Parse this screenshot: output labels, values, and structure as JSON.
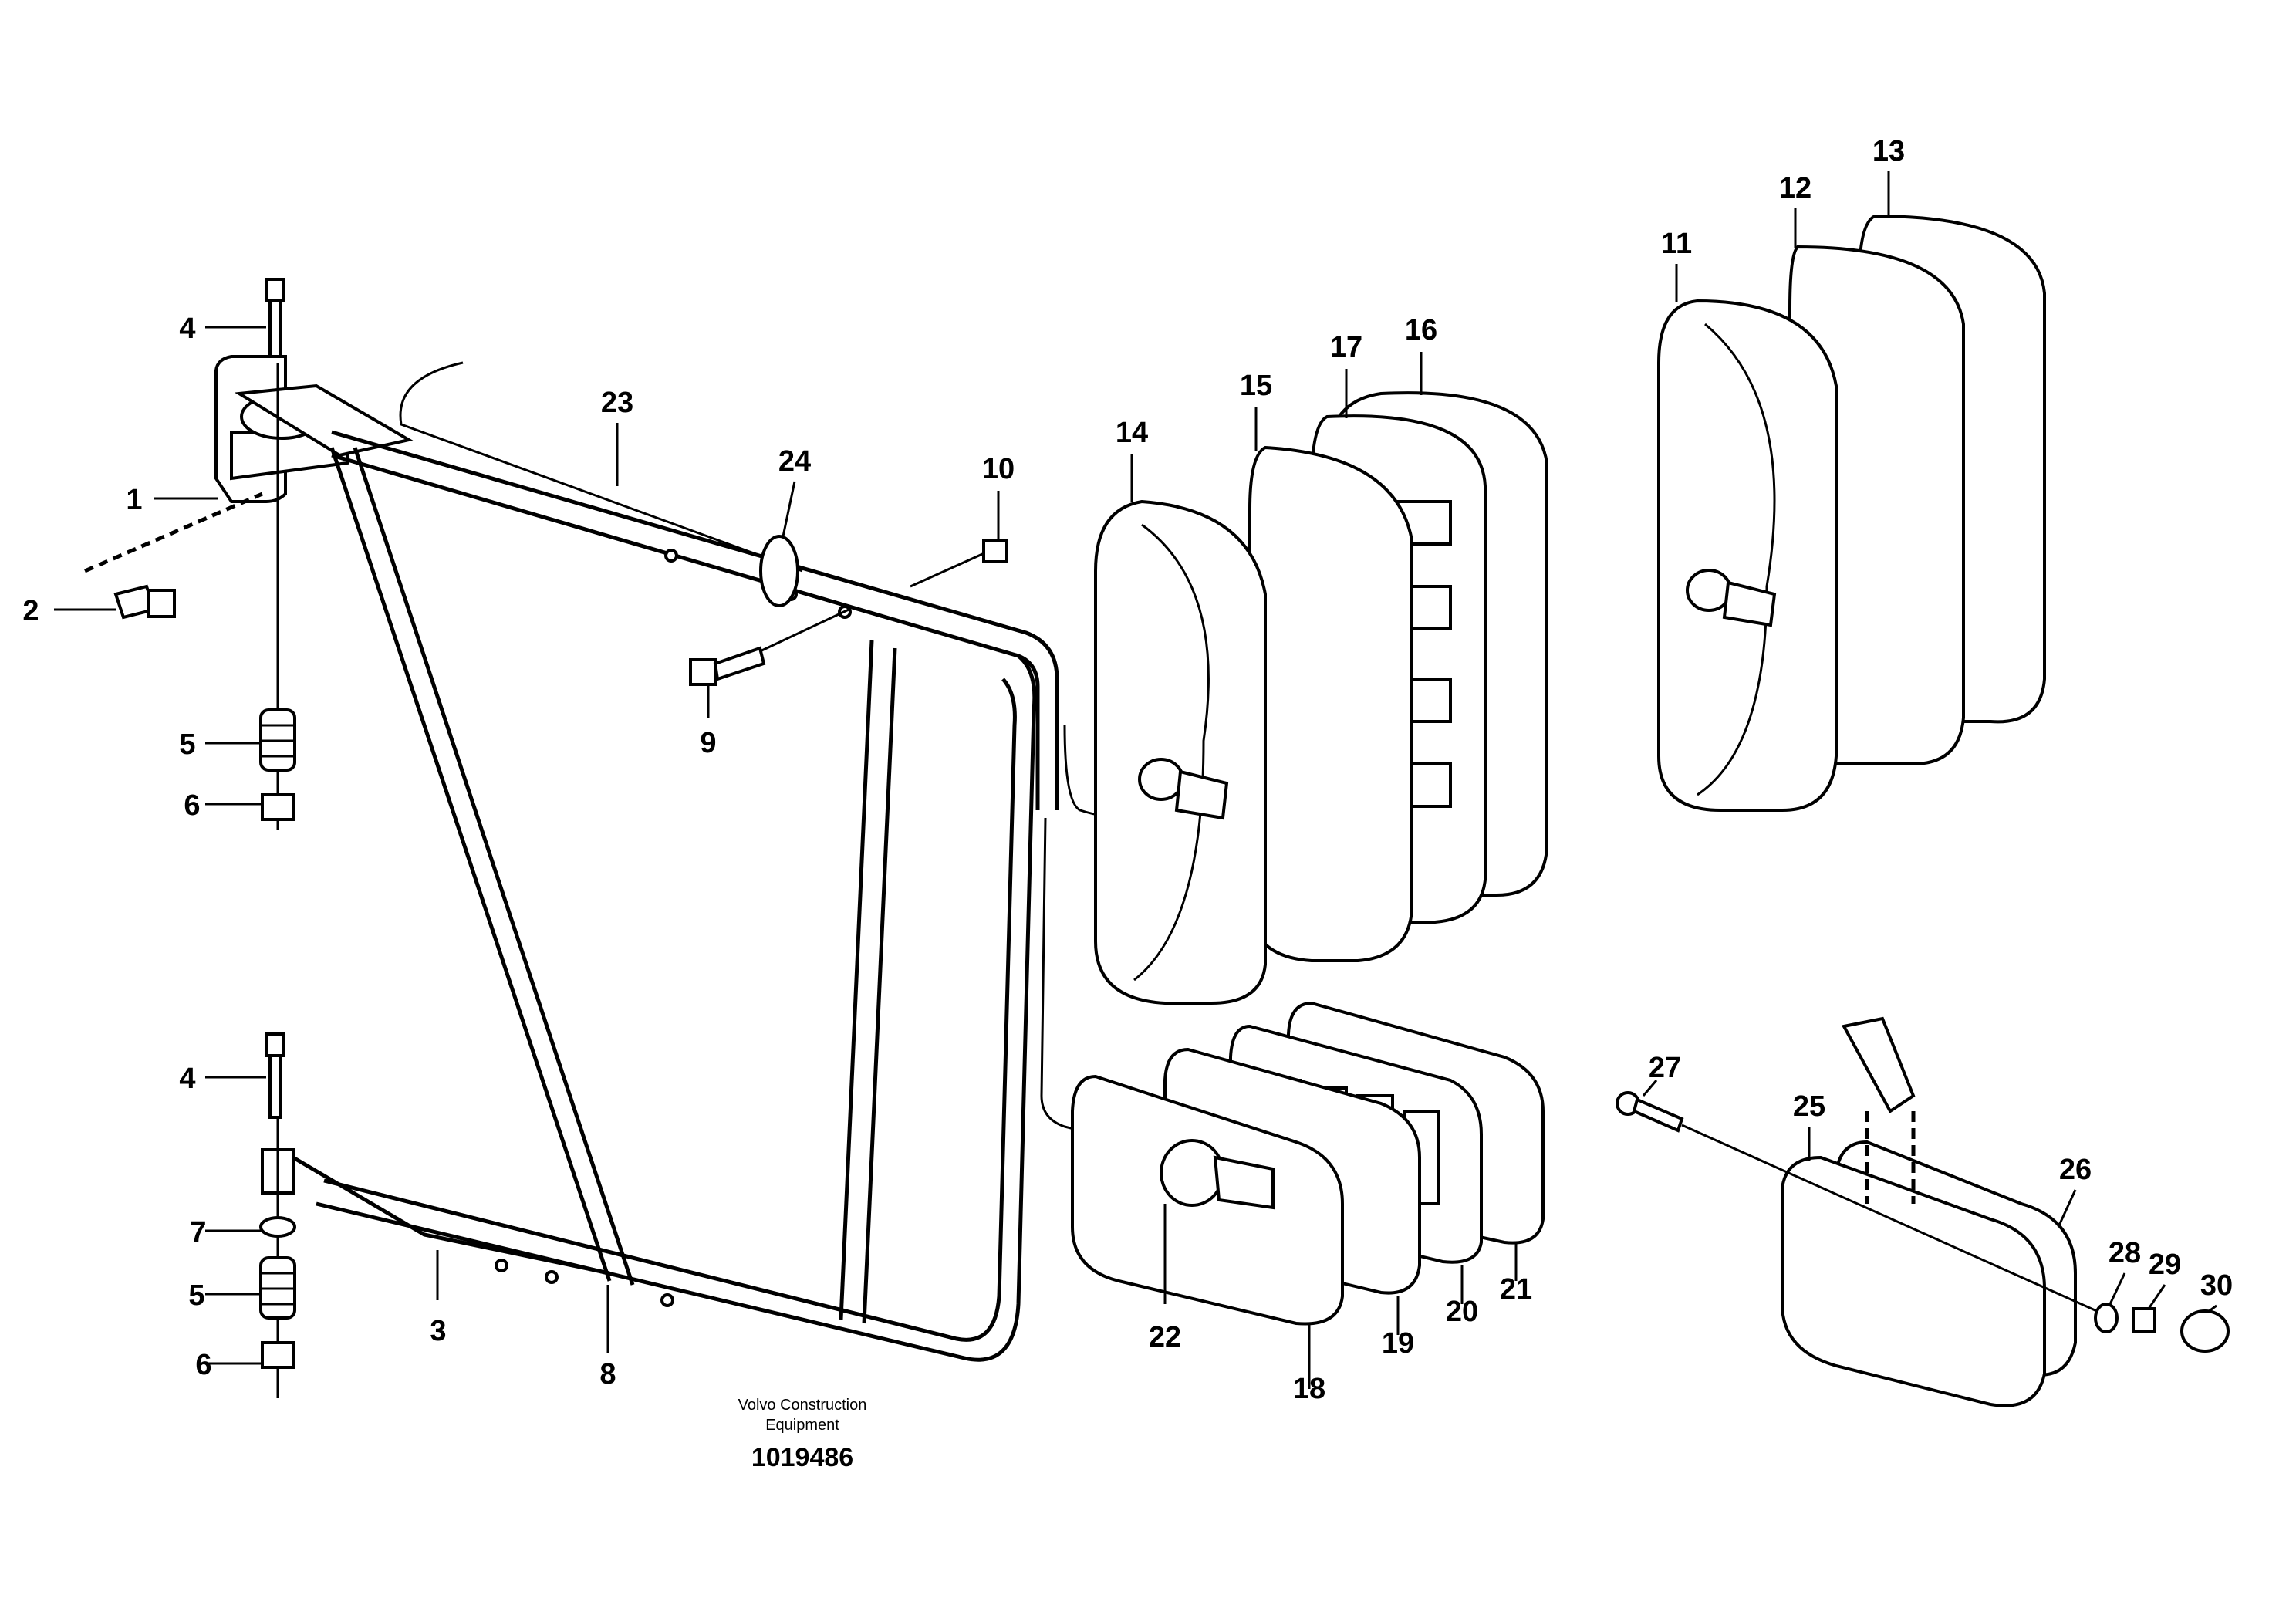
{
  "drawing": {
    "brand_line1": "Volvo Construction",
    "brand_line2": "Equipment",
    "drawing_number": "1019486"
  },
  "labels": {
    "p1": "1",
    "p2": "2",
    "p3": "3",
    "p4a": "4",
    "p4b": "4",
    "p5a": "5",
    "p5b": "5",
    "p6a": "6",
    "p6b": "6",
    "p7": "7",
    "p8": "8",
    "p9": "9",
    "p10": "10",
    "p11": "11",
    "p12": "12",
    "p13": "13",
    "p14": "14",
    "p15": "15",
    "p16": "16",
    "p17": "17",
    "p18": "18",
    "p19": "19",
    "p20": "20",
    "p21": "21",
    "p22": "22",
    "p23": "23",
    "p24": "24",
    "p25": "25",
    "p26": "26",
    "p27": "27",
    "p28": "28",
    "p29": "29",
    "p30": "30"
  }
}
